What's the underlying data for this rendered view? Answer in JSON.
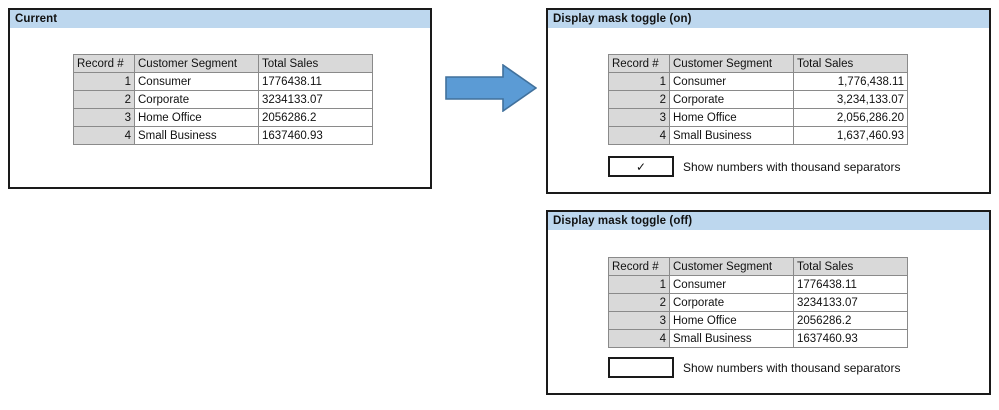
{
  "colors": {
    "panel_title_bg": "#bdd7ee",
    "table_header_bg": "#d9d9d9",
    "record_col_bg": "#d9d9d9",
    "border": "#1a1a1a",
    "grid_line": "#8a8a8a",
    "arrow_fill": "#5b9bd5",
    "arrow_stroke": "#41719c"
  },
  "arrow": {
    "icon": "right-arrow-icon",
    "direction": "right"
  },
  "table_columns": [
    "Record #",
    "Customer Segment",
    "Total Sales"
  ],
  "panels": {
    "current": {
      "title": "Current",
      "table": {
        "columns": [
          "Record #",
          "Customer Segment",
          "Total Sales"
        ],
        "rows": [
          {
            "record": "1",
            "segment": "Consumer",
            "sales": "1776438.11"
          },
          {
            "record": "2",
            "segment": "Corporate",
            "sales": "3234133.07"
          },
          {
            "record": "3",
            "segment": "Home Office",
            "sales": "2056286.2"
          },
          {
            "record": "4",
            "segment": "Small Business",
            "sales": "1637460.93"
          }
        ]
      }
    },
    "mask_on": {
      "title": "Display mask toggle (on)",
      "table": {
        "columns": [
          "Record #",
          "Customer Segment",
          "Total Sales"
        ],
        "rows": [
          {
            "record": "1",
            "segment": "Consumer",
            "sales": "1,776,438.11"
          },
          {
            "record": "2",
            "segment": "Corporate",
            "sales": "3,234,133.07"
          },
          {
            "record": "3",
            "segment": "Home Office",
            "sales": "2,056,286.20"
          },
          {
            "record": "4",
            "segment": "Small Business",
            "sales": "1,637,460.93"
          }
        ]
      },
      "checkbox": {
        "checked": true,
        "mark": "✓",
        "label": "Show numbers with thousand separators"
      }
    },
    "mask_off": {
      "title": "Display mask toggle (off)",
      "table": {
        "columns": [
          "Record #",
          "Customer Segment",
          "Total Sales"
        ],
        "rows": [
          {
            "record": "1",
            "segment": "Consumer",
            "sales": "1776438.11"
          },
          {
            "record": "2",
            "segment": "Corporate",
            "sales": "3234133.07"
          },
          {
            "record": "3",
            "segment": "Home Office",
            "sales": "2056286.2"
          },
          {
            "record": "4",
            "segment": "Small Business",
            "sales": "1637460.93"
          }
        ]
      },
      "checkbox": {
        "checked": false,
        "mark": "",
        "label": "Show numbers with thousand separators"
      }
    }
  }
}
